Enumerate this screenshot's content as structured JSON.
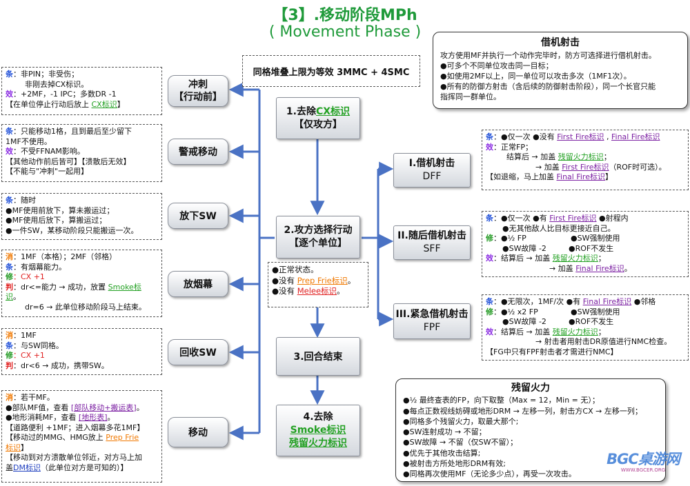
{
  "title": {
    "line1": "【3】.移动阶段MPh",
    "line2": "( Movement Phase )"
  },
  "stack_note": "同格堆叠上限为等效 3MMC + 4SMC",
  "center": {
    "s1": {
      "line1": "1.去除",
      "tag": "CX标识",
      "line2": "【仅攻方】"
    },
    "s2": {
      "line1": "2.攻方选择行动",
      "line2": "【逐个单位】"
    },
    "s2_note": {
      "l1": "●正常状态。",
      "l2a": "●没有 ",
      "l2tag": "Prep Frie标识",
      "l2b": "。",
      "l3a": "●没有 ",
      "l3tag": "Melee标识",
      "l3b": "。"
    },
    "s3": {
      "line1": "3.回合结束"
    },
    "s4": {
      "line1": "4.去除",
      "tag1": "Smoke标识",
      "tag2": "残留火力标识"
    }
  },
  "actions": [
    {
      "label1": "冲刺",
      "label2": "【行动前】"
    },
    {
      "label1": "警戒移动"
    },
    {
      "label1": "放下SW"
    },
    {
      "label1": "放烟幕"
    },
    {
      "label1": "回收SW"
    },
    {
      "label1": "移动"
    }
  ],
  "left_notes": {
    "n1": {
      "k1": "条",
      "v1": "：非PIN；非受伤；",
      "v1b": "非刚去掉CX标识。",
      "k2": "效",
      "v2": "：+2MF，-1 IPC；多数DR -1",
      "v3a": "【在单位停止行动后放上 ",
      "v3tag": "CX标识",
      "v3b": "】"
    },
    "n2": {
      "k1": "条",
      "v1": "：只能移动1格，且到最后至少留下",
      "v1b": "1MF不使用。",
      "k2": "效",
      "v2": "：不受FFNAM影响。",
      "v3": "【其他动作前后皆可】【溃散后无效】",
      "v4": "【不能与\"冲刺\"一起用】"
    },
    "n3": {
      "k1": "条",
      "v1": "：随时",
      "v2": "●MF使用前放下，算未搬运过；",
      "v3": "●MF使用后放下，算搬运过；",
      "v4": "●一件SW，某移动阶段只能搬运一次。"
    },
    "n4": {
      "k1": "消",
      "v1": "：1MF（本格）；2MF（邻格）",
      "k2": "条",
      "v2": "：有烟幕能力。",
      "k3": "修",
      "v3": "：CX +1",
      "k4": "判",
      "v4a": "：dr<=能力 → 成功，放置 ",
      "v4tag": "Smoke标",
      "v4tag2": "识",
      "v4b": "。",
      "v5": "dr=6 → 此单位移动阶段马上结束。"
    },
    "n5": {
      "k1": "消",
      "v1": "：1MF",
      "k2": "条",
      "v2": "：与SW同格。",
      "k3": "修",
      "v3": "：CX +1",
      "k4": "判",
      "v4": "：dr<6 → 成功，携带SW。"
    },
    "n6": {
      "k1": "消",
      "v1": "：若干MF。",
      "v2a": "●部队MF值，查看 ",
      "v2tag": "[部队移动+搬运表]",
      "v2b": "。",
      "v3a": "●地形消耗MF，查看 ",
      "v3tag": "[地形表]",
      "v3b": "。",
      "v4": "【道路便利 +1MF；进入烟幕多花1MF】",
      "v5a": "【移动过的MMG、HMG放上 ",
      "v5tag": "Prep Frie",
      "v5tag2": "标识",
      "v5b": "】",
      "v6": "【移动到对方溃散单位邻近，对方马上加",
      "v7a": "盖",
      "v7tag": "DM标识",
      "v7b": "（此单位对方是可知的）】"
    }
  },
  "fire": {
    "dff": {
      "label1": "I.借机射击",
      "label2": "DFF"
    },
    "sff": {
      "label1": "II.随后借机射击",
      "label2": "SFF"
    },
    "fpf": {
      "label1": "III.紧急借机射击",
      "label2": "FPF"
    }
  },
  "right_notes": {
    "dff": {
      "k1": "条",
      "v1a": "：●仅一次   ●没有 ",
      "v1tag1": "First Fire标识",
      "v1m": " , ",
      "v1tag2": "Final Fire标识",
      "k2": "效",
      "v2": "：正常FP；",
      "v3a": "结算后 → 加盖 ",
      "v3tag": "残留火力标识",
      "v3b": "；",
      "v4a": "→ 加盖 ",
      "v4tag": "First Fire标识",
      "v4b": "（ROF时可选）。",
      "v5a": "【如退缩，马上加盖 ",
      "v5tag": "Final Fire标识",
      "v5b": "】"
    },
    "sff": {
      "k1": "条",
      "v1a": "：●仅一次   ●有 ",
      "v1tag": "First Fire标识",
      "v1b": "   ●射程内",
      "v1c": "●无其他敌人比目标更接近自己。",
      "k2": "修",
      "v2a": "：●½ FP",
      "v2b": "●SW强制使用",
      "v2c": "●SW故障 -2",
      "v2d": "●ROF不发生",
      "k3": "效",
      "v3a": "：结算后 → 加盖 ",
      "v3tag": "残留火力标识",
      "v3b": "；",
      "v4a": "→ 加盖 ",
      "v4tag": "Final Fire标识",
      "v4b": "。"
    },
    "fpf": {
      "k1": "条",
      "v1a": "：●无限次，1MF/次   ●有 ",
      "v1tag": "Final Fire标识",
      "v1b": "   ●邻格",
      "k2": "修",
      "v2a": "：●½ x2 FP",
      "v2b": "●SW强制使用",
      "v2c": "●SW故障 -2",
      "v2d": "●ROF不发生",
      "k3": "效",
      "v3a": "：结算后 → 加盖 ",
      "v3tag": "残留火力标识",
      "v3b": "；",
      "v4": "→ 射击者用射击DR原值进行NMC检查。",
      "v5": "【FG中只有FPF射击者才需进行NMC】"
    }
  },
  "opp_fire": {
    "header": "借机射击",
    "l1": "攻方使用MF并执行一个动作完毕时，防方可选择进行借机射击。",
    "l2": "●可多个不同单位攻击同一目标；",
    "l3": "●如使用2MF以上，同一单位可以攻击多次（1MF1次）。",
    "l4": "●所有的防御方射击（含后续的防御射击阶段），同一个长官只能",
    "l5": "指挥同一群单位。"
  },
  "residual": {
    "header": "残留火力",
    "l1": "●½ 最终查表的FP，向下取整（Max = 12，Min = 无）；",
    "l2": "●每点正数视线妨碍或地形DRM → 左移一列，射击方CX → 左移一列；",
    "l3": "●同格多个残留火力，取最大那个;",
    "l4": "●SW连射成功 → 不留；",
    "l5": "●SW故障 → 不留（仅SW不留）；",
    "l6": "●优先于其他攻击结算;",
    "l7": "●被射击方所处地形DRM有效;",
    "l8": "●同格再次使用MF（无论多少点），再受一次攻击。"
  },
  "watermark": {
    "logo": "BGC桌游网",
    "url": "WWW.BGCER.ORG"
  },
  "colors": {
    "arrow": "#4a72c4",
    "title": "#1f9a3a",
    "tag_green": "#22a022",
    "tag_purple": "#7b1fa2",
    "tag_orange": "#f07800"
  }
}
